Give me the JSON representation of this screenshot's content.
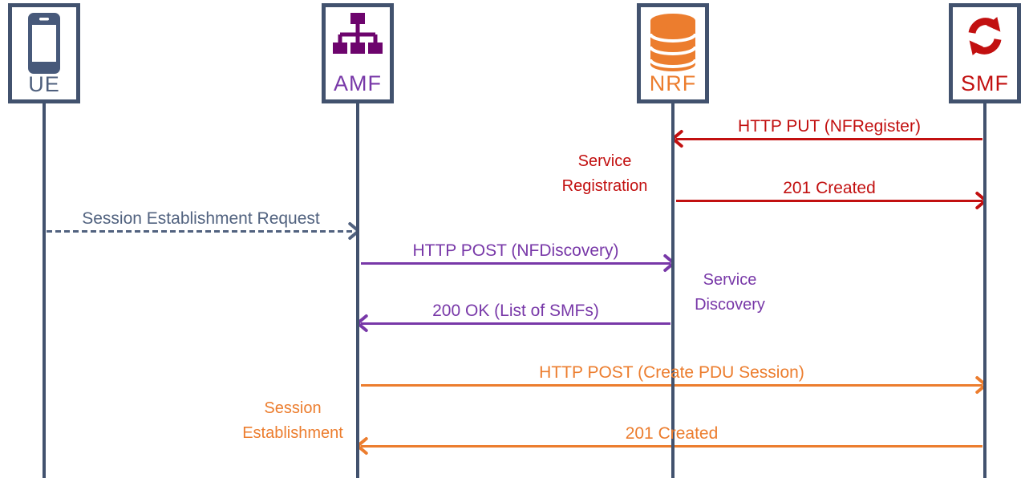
{
  "diagram": {
    "type": "sequence-diagram",
    "background_color": "#ffffff",
    "frame_color": "#42526e",
    "actors": [
      {
        "id": "UE",
        "label": "UE",
        "icon": "smartphone-icon",
        "accent_color": "#4e5f7d"
      },
      {
        "id": "AMF",
        "label": "AMF",
        "icon": "org-chart-icon",
        "accent_color": "#7838a8",
        "icon_color": "#6d046d"
      },
      {
        "id": "NRF",
        "label": "NRF",
        "icon": "database-icon",
        "accent_color": "#ec7d2e"
      },
      {
        "id": "SMF",
        "label": "SMF",
        "icon": "sync-arrows-icon",
        "accent_color": "#c21010"
      }
    ],
    "messages": [
      {
        "label": "HTTP PUT (NFRegister)",
        "from": "SMF",
        "to": "NRF",
        "style": "solid",
        "color": "#c21010"
      },
      {
        "label": "201 Created",
        "from": "NRF",
        "to": "SMF",
        "style": "solid",
        "color": "#c21010"
      },
      {
        "label": "Session Establishment Request",
        "from": "UE",
        "to": "AMF",
        "style": "dashed",
        "color": "#51627f"
      },
      {
        "label": "HTTP POST (NFDiscovery)",
        "from": "AMF",
        "to": "NRF",
        "style": "solid",
        "color": "#7838a8"
      },
      {
        "label": "200 OK (List of SMFs)",
        "from": "NRF",
        "to": "AMF",
        "style": "solid",
        "color": "#7838a8"
      },
      {
        "label": "HTTP POST (Create PDU Session)",
        "from": "AMF",
        "to": "SMF",
        "style": "solid",
        "color": "#ec7d2e"
      },
      {
        "label": "201 Created",
        "from": "SMF",
        "to": "AMF",
        "style": "solid",
        "color": "#ec7d2e"
      }
    ],
    "phases": [
      {
        "label": "Service Registration",
        "color": "#c21010",
        "anchor": "left-of-NRF"
      },
      {
        "label": "Service Discovery",
        "color": "#7838a8",
        "anchor": "right-of-NRF"
      },
      {
        "label": "Session Establishment",
        "color": "#ec7d2e",
        "anchor": "left-of-AMF"
      }
    ]
  }
}
